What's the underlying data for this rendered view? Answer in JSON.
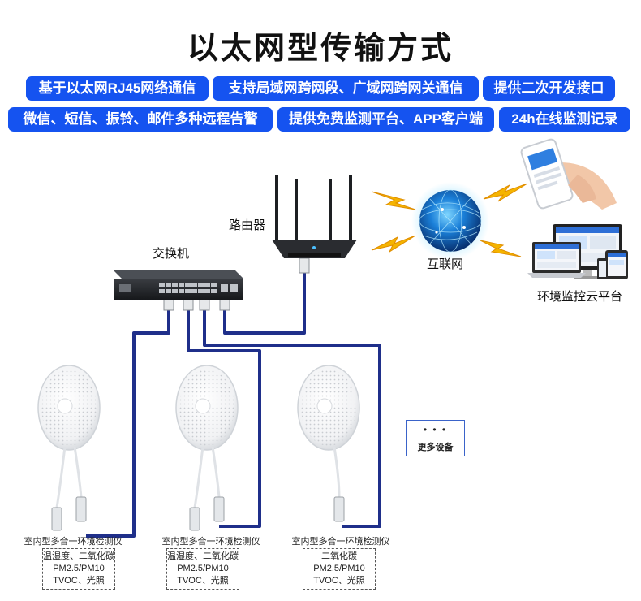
{
  "title": "以太网型传输方式",
  "features": [
    "基于以太网RJ45网络通信",
    "支持局域网跨网段、广域网跨网关通信",
    "提供二次开发接口",
    "微信、短信、振铃、邮件多种远程告警",
    "提供免费监测平台、APP客户端",
    "24h在线监测记录"
  ],
  "labels": {
    "switch": "交换机",
    "router": "路由器",
    "internet": "互联网",
    "cloud_platform": "环境监控云平台",
    "more_devices": "更多设备",
    "more_dots": "• • •"
  },
  "devices": [
    {
      "name": "室内型多合一环境检测仪",
      "specs": [
        "温湿度、二氧化碳",
        "PM2.5/PM10",
        "TVOC、光照"
      ]
    },
    {
      "name": "室内型多合一环境检测仪",
      "specs": [
        "温湿度、二氧化碳",
        "PM2.5/PM10",
        "TVOC、光照"
      ]
    },
    {
      "name": "室内型多合一环境检测仪",
      "specs": [
        "二氧化碳",
        "PM2.5/PM10",
        "TVOC、光照"
      ]
    }
  ],
  "colors": {
    "pill_bg": "#1553f0",
    "cable": "#1f2f8a",
    "lightning": "#f5b400"
  }
}
